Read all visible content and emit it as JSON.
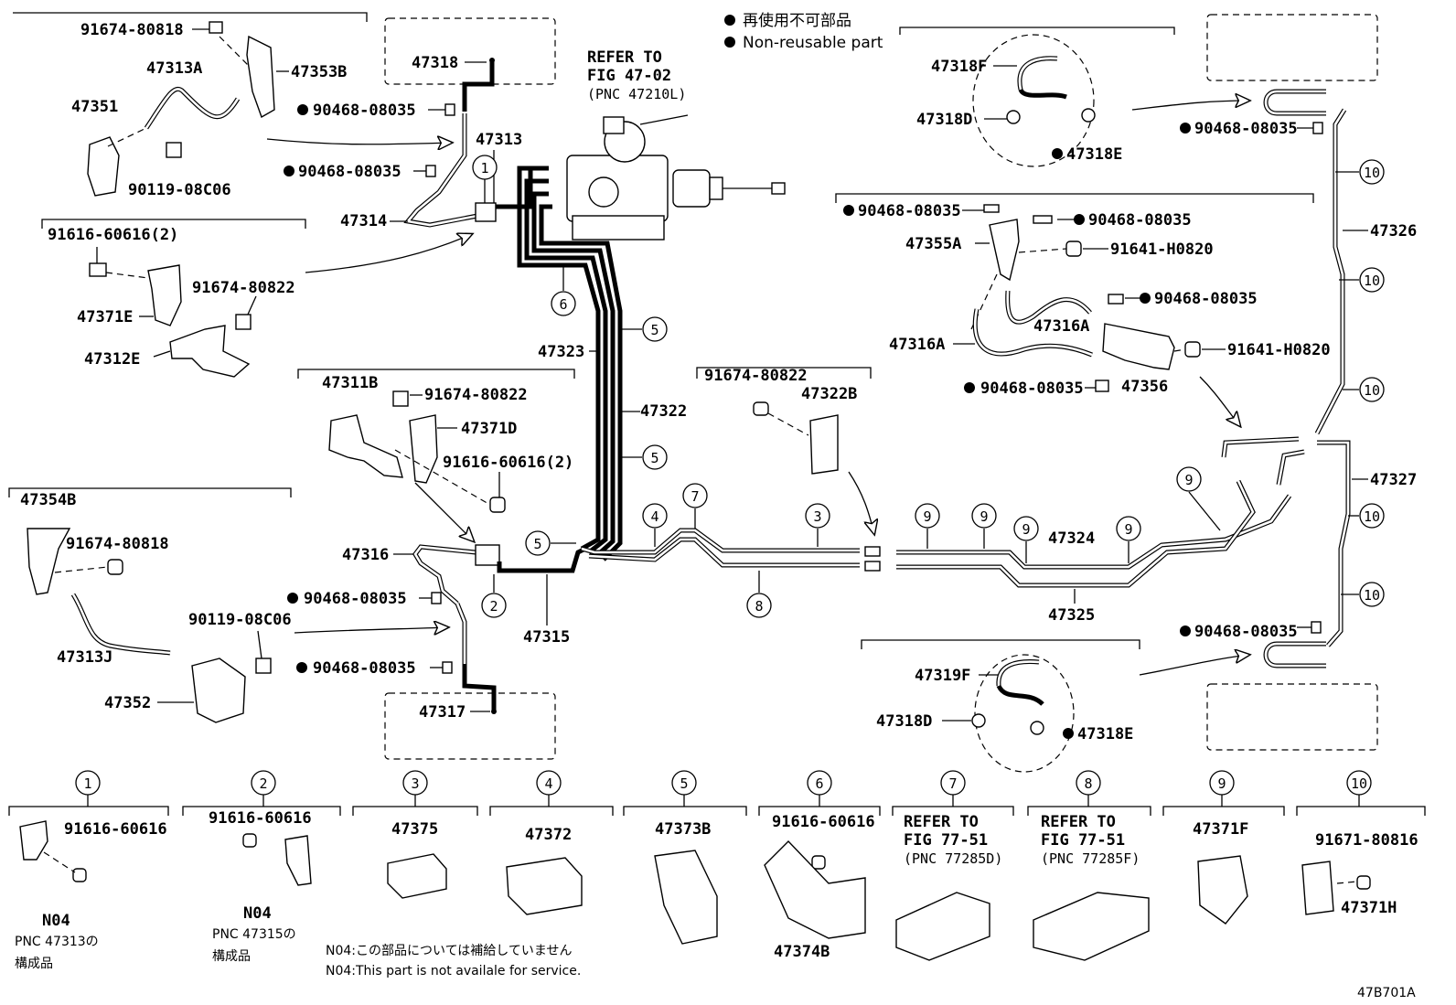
{
  "legend": {
    "jp": "再使用不可部品",
    "en": "Non-reusable part"
  },
  "refer_main": {
    "line1": "REFER TO",
    "line2": "FIG 47-02",
    "line3": "(PNC 47210L)"
  },
  "labels": {
    "p91674_80818_a": "91674-80818",
    "p47313A": "47313A",
    "p47353B": "47353B",
    "p47351": "47351",
    "p90119_08C06_a": "90119-08C06",
    "p47318": "47318",
    "p90468_a": "90468-08035",
    "p90468_b": "90468-08035",
    "p47313": "47313",
    "p47314": "47314",
    "p91616_60616_2a": "91616-60616(2)",
    "p91674_80822_a": "91674-80822",
    "p47371E": "47371E",
    "p47312E": "47312E",
    "p47323": "47323",
    "p47322": "47322",
    "p47311B": "47311B",
    "p91674_80822_b": "91674-80822",
    "p47371D": "47371D",
    "p91616_60616_2b": "91616-60616(2)",
    "p47354B": "47354B",
    "p91674_80818_b": "91674-80818",
    "p47313J": "47313J",
    "p90119_08C06_b": "90119-08C06",
    "p47352": "47352",
    "p47316": "47316",
    "p90468_c": "90468-08035",
    "p90468_d": "90468-08035",
    "p47317": "47317",
    "p47315": "47315",
    "p91674_80822_c": "91674-80822",
    "p47322B": "47322B",
    "p47324": "47324",
    "p47325": "47325",
    "p47318F": "47318F",
    "p47318D_a": "47318D",
    "p47318E_a": "47318E",
    "p90468_e": "90468-08035",
    "p90468_f": "90468-08035",
    "p90468_g": "90468-08035",
    "p47355A": "47355A",
    "p91641_H0820_a": "91641-H0820",
    "p90468_h": "90468-08035",
    "p47316A_a": "47316A",
    "p47316A_b": "47316A",
    "p91641_H0820_b": "91641-H0820",
    "p90468_i": "90468-08035",
    "p47356": "47356",
    "p47326": "47326",
    "p47327": "47327",
    "p90468_j": "90468-08035",
    "p47319F": "47319F",
    "p47318D_b": "47318D",
    "p47318E_b": "47318E"
  },
  "callouts": [
    "1",
    "2",
    "3",
    "4",
    "5",
    "6",
    "7",
    "8",
    "9",
    "10"
  ],
  "bottom_items": [
    {
      "num": "1",
      "parts": [
        "91616-60616"
      ],
      "code": "N04",
      "note1": "PNC 47313の",
      "note2": "構成品"
    },
    {
      "num": "2",
      "parts": [
        "91616-60616"
      ],
      "code": "N04",
      "note1": "PNC 47315の",
      "note2": "構成品"
    },
    {
      "num": "3",
      "parts": [
        "47375"
      ]
    },
    {
      "num": "4",
      "parts": [
        "47372"
      ]
    },
    {
      "num": "5",
      "parts": [
        "47373B"
      ]
    },
    {
      "num": "6",
      "parts": [
        "91616-60616",
        "47374B"
      ]
    },
    {
      "num": "7",
      "refer": [
        "REFER TO",
        "FIG 77-51",
        "(PNC 77285D)"
      ]
    },
    {
      "num": "8",
      "refer": [
        "REFER TO",
        "FIG 77-51",
        "(PNC 77285F)"
      ]
    },
    {
      "num": "9",
      "parts": [
        "47371F"
      ]
    },
    {
      "num": "10",
      "parts": [
        "91671-80816",
        "47371H"
      ]
    }
  ],
  "footnote": {
    "jp": "N04:この部品については補給していません",
    "en": "N04:This part is not availale for service."
  },
  "figure_code": "47B701A"
}
